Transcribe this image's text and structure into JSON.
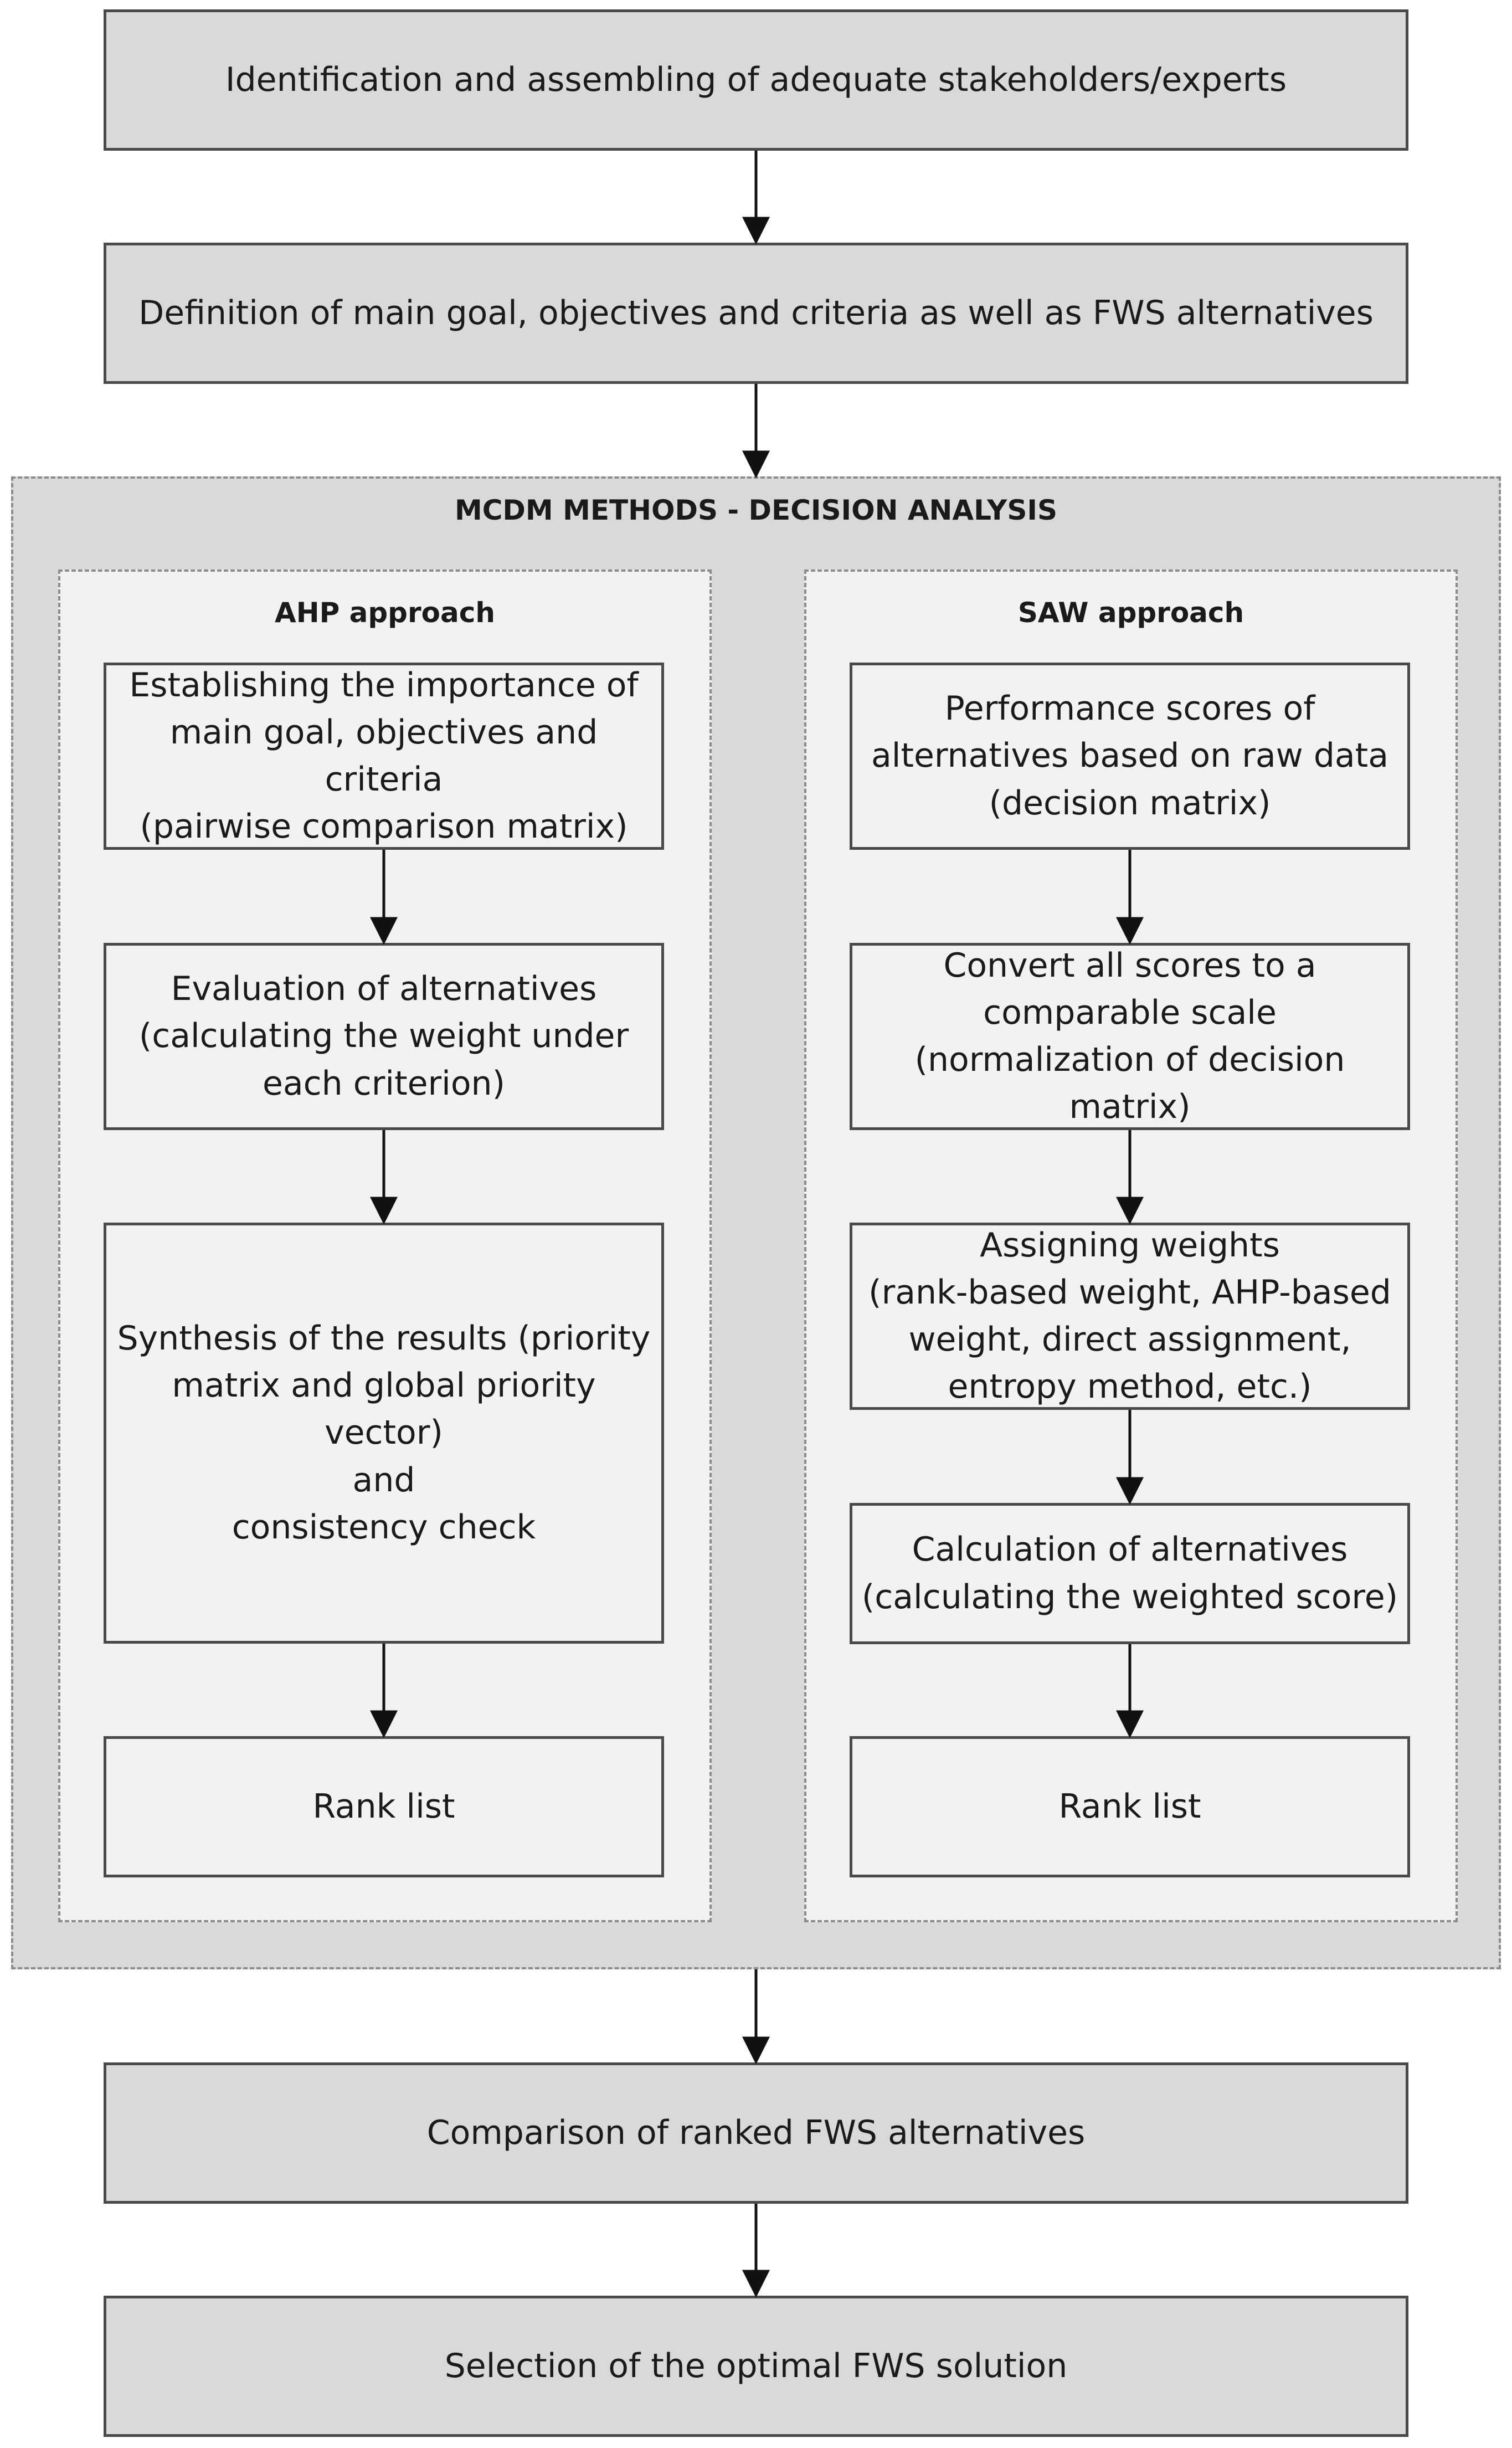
{
  "steps": {
    "identification": "Identification and assembling of adequate stakeholders/experts",
    "definition": "Definition of main goal, objectives and criteria as well as FWS alternatives",
    "comparison": "Comparison of ranked FWS alternatives",
    "selection": "Selection of the optimal FWS solution"
  },
  "mcdm": {
    "title": "MCDM METHODS - DECISION ANALYSIS",
    "ahp": {
      "title": "AHP approach",
      "steps": [
        "Establishing the importance of\nmain goal, objectives and criteria\n(pairwise comparison matrix)",
        "Evaluation of alternatives\n(calculating the weight under\neach criterion)",
        "Synthesis of the results (priority\nmatrix and global priority vector)\nand\nconsistency check",
        "Rank list"
      ]
    },
    "saw": {
      "title": "SAW approach",
      "steps": [
        "Performance scores of\nalternatives based on raw data\n(decision matrix)",
        "Convert all scores to a\ncomparable scale\n(normalization of decision matrix)",
        "Assigning weights\n(rank-based weight, AHP-based\nweight, direct assignment,\nentropy method, etc.)",
        "Calculation of alternatives\n(calculating the weighted score)",
        "Rank list"
      ]
    }
  },
  "colors": {
    "main_fill": "#d9d9d9",
    "inner_fill": "#f2f2f2",
    "border": "#4a4a4a",
    "dashed_border": "#8c8c8c"
  }
}
